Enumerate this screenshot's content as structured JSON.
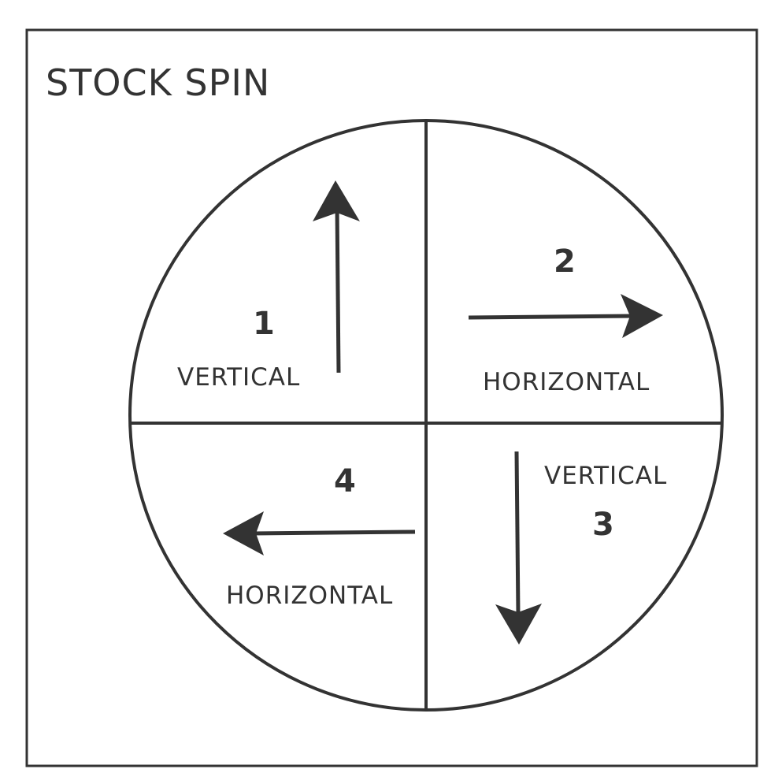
{
  "title": "STOCK SPIN",
  "colors": {
    "ink": "#333333",
    "background": "#ffffff"
  },
  "quadrants": [
    {
      "number": "1",
      "label": "VERTICAL",
      "direction": "up",
      "icon": "arrow-up-icon"
    },
    {
      "number": "2",
      "label": "HORIZONTAL",
      "direction": "right",
      "icon": "arrow-right-icon"
    },
    {
      "number": "3",
      "label": "VERTICAL",
      "direction": "down",
      "icon": "arrow-down-icon"
    },
    {
      "number": "4",
      "label": "HORIZONTAL",
      "direction": "left",
      "icon": "arrow-left-icon"
    }
  ]
}
